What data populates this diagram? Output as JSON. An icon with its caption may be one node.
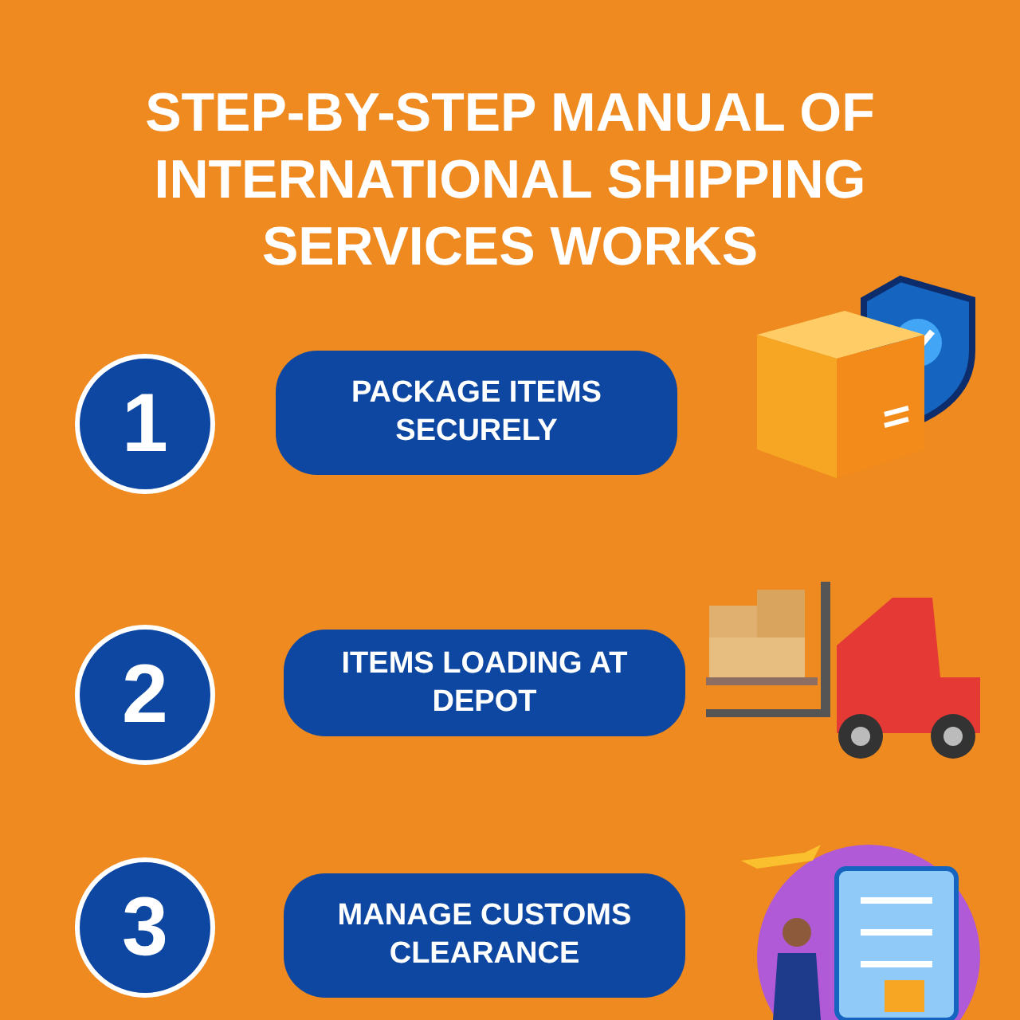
{
  "diagram": {
    "title": "STEP-BY-STEP MANUAL OF INTERNATIONAL SHIPPING SERVICES WORKS",
    "nodes": [
      {
        "text": [
          "1"
        ]
      },
      {
        "text": [
          "PACKAGE ITEMS SECURELY"
        ]
      },
      {
        "text": [
          "2"
        ]
      },
      {
        "text": [
          "ITEMS LOADING AT DEPOT"
        ]
      },
      {
        "text": [
          "3"
        ]
      },
      {
        "text": [
          "MANAGE CUSTOMS CLEARANCE"
        ]
      }
    ],
    "edges": []
  }
}
